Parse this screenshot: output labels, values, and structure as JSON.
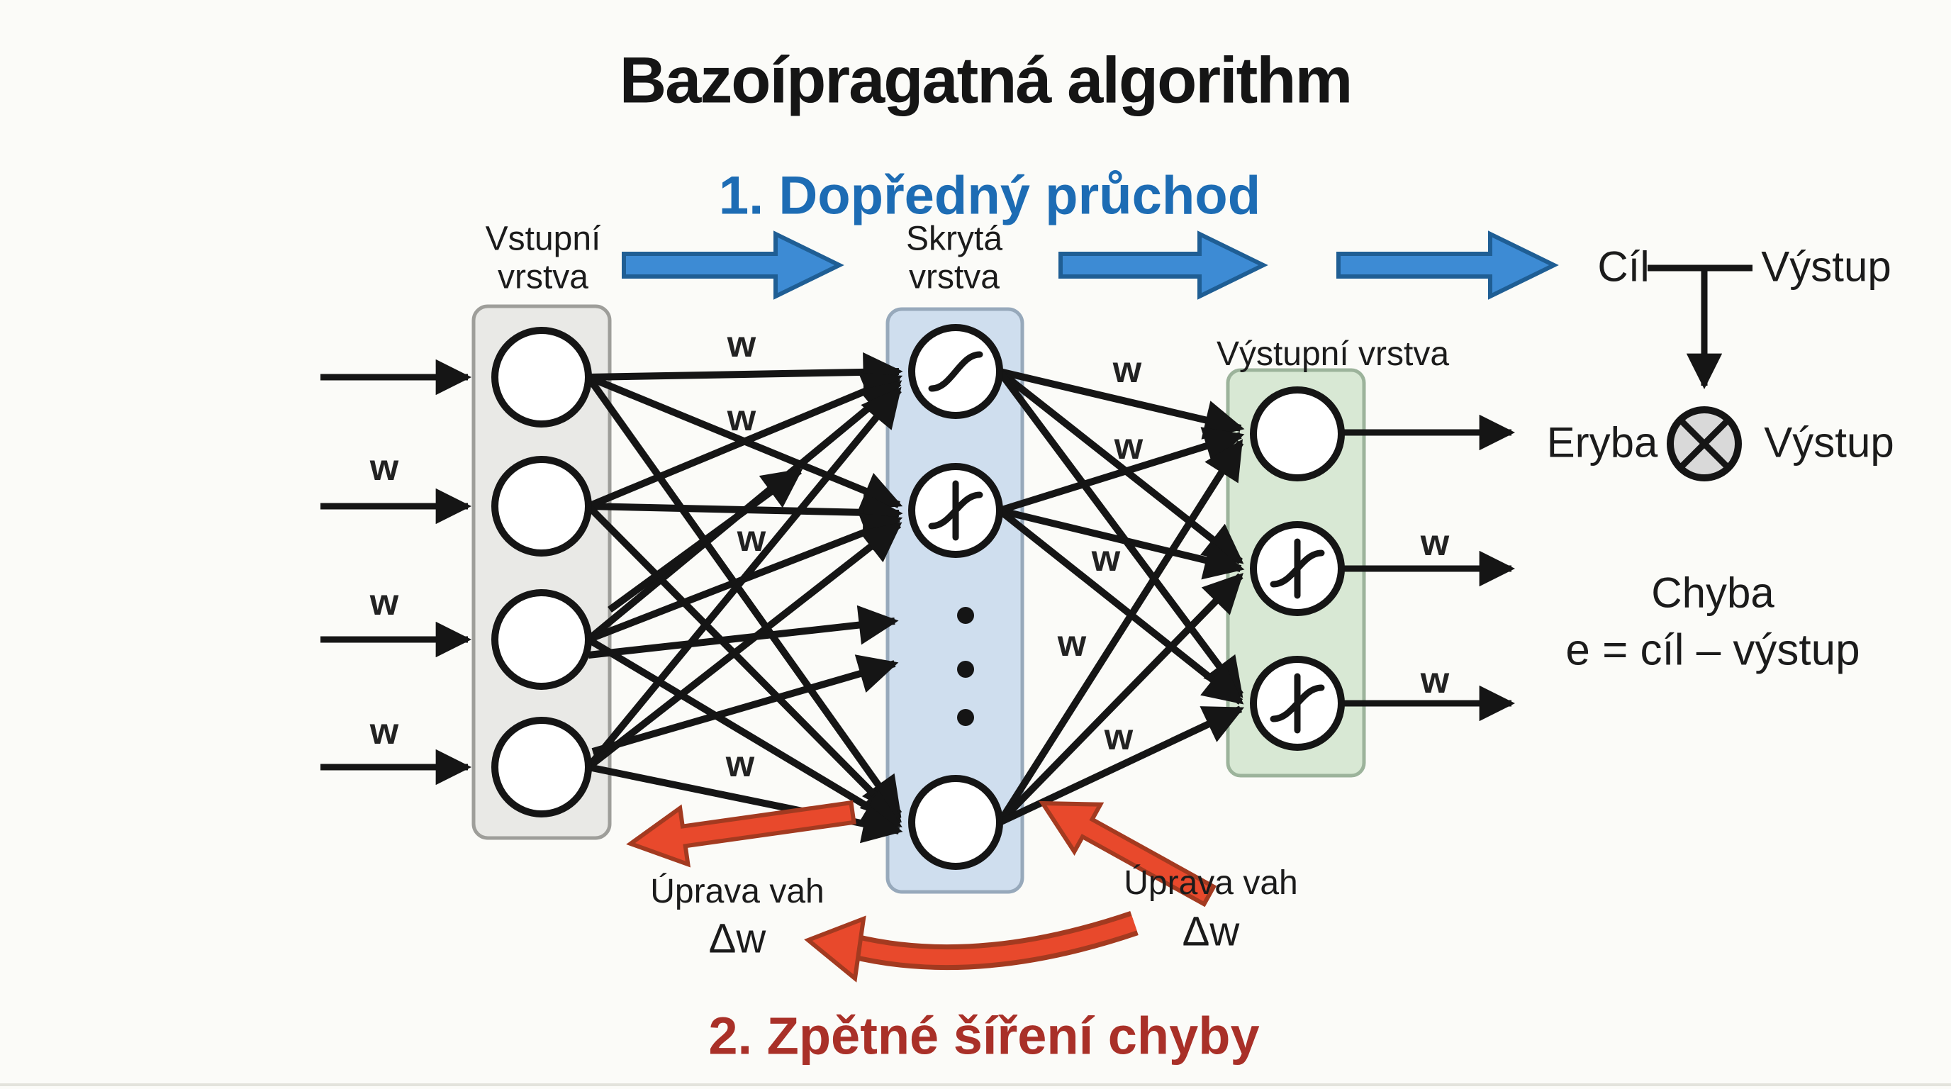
{
  "title": "Bazoípragatná algorithm",
  "phases": {
    "forward": "1. Dopředný průchod",
    "backward": "2. Zpětné šíření chyby"
  },
  "layers": {
    "input": {
      "line1": "Vstupní",
      "line2": "vrstva"
    },
    "hidden": {
      "line1": "Skrytá",
      "line2": "vrstva"
    },
    "output": {
      "label": "Výstupní vrstva"
    }
  },
  "weight": "w",
  "update_label": "Úprava vah",
  "delta_weight": "Δw",
  "target": {
    "label": "Cíl",
    "output_label": "Výstup"
  },
  "error_junction": {
    "left": "Eryba",
    "right": "Výstup"
  },
  "error_text": {
    "title": "Chyba",
    "formula": "e = cíl – výstup"
  },
  "colors": {
    "forward_text": "#1d6cb4",
    "backward_text": "#a93028",
    "blue_arrow": "#3d8bd4",
    "blue_arrow_border": "#1f5e94",
    "red_arrow": "#e8492c",
    "red_arrow_border": "#a33a20",
    "input_box": "#e9e9e6",
    "hidden_box": "#cfdeee",
    "output_box": "#d8e8d4",
    "error_node_fill": "#d9d9d9"
  }
}
